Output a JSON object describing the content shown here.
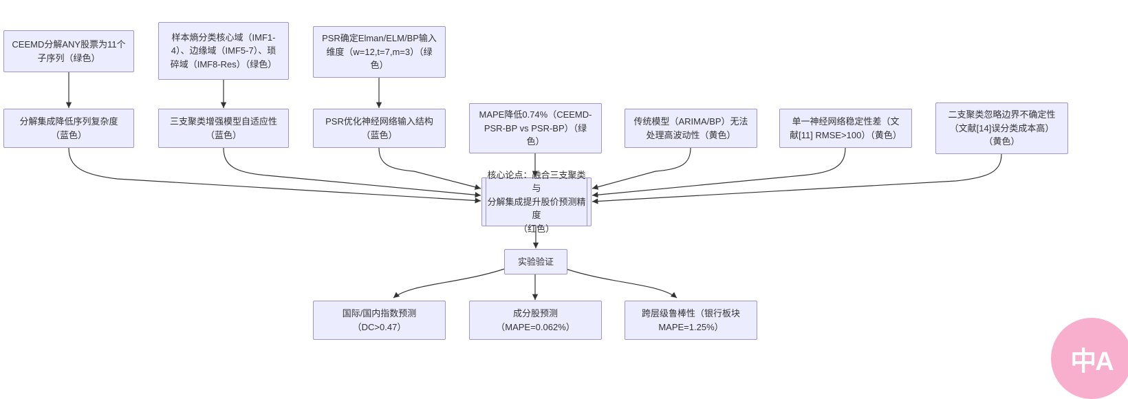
{
  "diagram": {
    "nodes": {
      "ceemd": {
        "label": "CEEMD分解ANY股票为11个\n子序列（绿色）"
      },
      "sample_entropy": {
        "label": "样本熵分类核心域（IMF1-\n4）、边缘域（IMF5-7）、琐\n碎域（IMF8-Res）（绿色）"
      },
      "psr_input": {
        "label": "PSR确定Elman/ELM/BP输入\n维度（w=12,t=7,m=3）（绿\n色）"
      },
      "decomposition": {
        "label": "分解集成降低序列复杂度\n（蓝色）"
      },
      "three_way": {
        "label": "三支聚类增强模型自适应性\n（蓝色）"
      },
      "psr_opt": {
        "label": "PSR优化神经网络输入结构\n（蓝色）"
      },
      "mape_reduce": {
        "label": "MAPE降低0.74%（CEEMD-\nPSR-BP vs PSR-BP）（绿\n色）"
      },
      "traditional": {
        "label": "传统模型（ARIMA/BP）无法\n处理高波动性（黄色）"
      },
      "single_nn": {
        "label": "单一神经网络稳定性差（文\n献[11] RMSE>100）（黄色）"
      },
      "two_way": {
        "label": "二支聚类忽略边界不确定性\n（文献[14]误分类成本高）\n（黄色）"
      },
      "core": {
        "label": "核心论点：融合三支聚类与\n分解集成提升股价预测精度\n（红色）"
      },
      "experiment": {
        "label": "实验验证"
      },
      "index_forecast": {
        "label": "国际/国内指数预测\n（DC>0.47）"
      },
      "stock_forecast": {
        "label": "成分股预测\n（MAPE=0.062%）"
      },
      "robustness": {
        "label": "跨层级鲁棒性（银行板块\nMAPE=1.25%）"
      }
    },
    "colors": {
      "node_fill": "#ececff",
      "node_border": "#9f94d1",
      "text": "#333333",
      "arrow": "#333333"
    }
  },
  "translate_button": {
    "label": "中A",
    "color": "#f8afcd"
  }
}
